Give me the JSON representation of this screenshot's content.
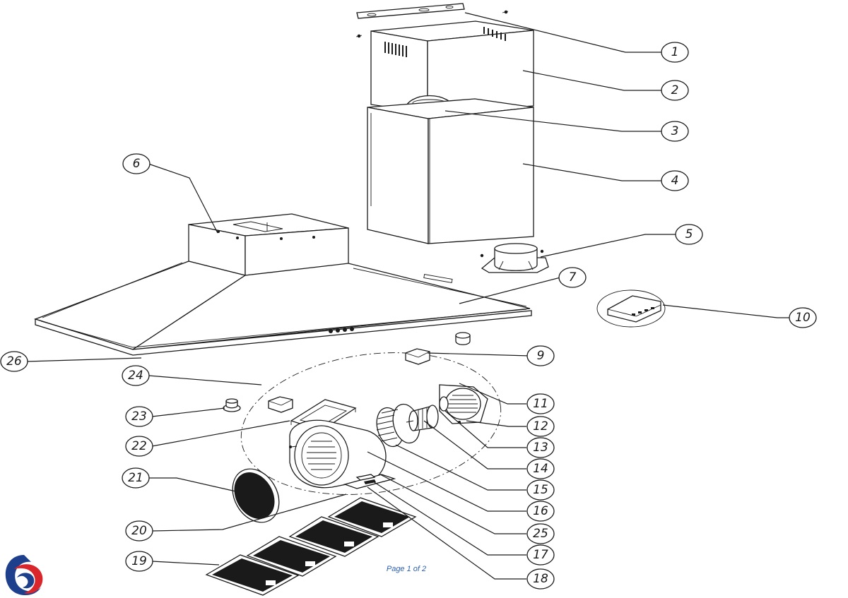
{
  "diagram": {
    "part_numbers": [
      "1",
      "2",
      "3",
      "4",
      "5",
      "6",
      "7",
      "9",
      "10",
      "11",
      "12",
      "13",
      "14",
      "15",
      "16",
      "17",
      "18",
      "19",
      "20",
      "21",
      "22",
      "23",
      "24",
      "25",
      "26"
    ]
  },
  "footer": {
    "page_label": "Page 1 of 2"
  },
  "brand": {
    "logo": "swirl-logo",
    "colors": [
      "#1d3f8c",
      "#d8262c"
    ]
  },
  "colors": {
    "footer_text": "#2b5fb5",
    "line": "#1a1a1a"
  }
}
